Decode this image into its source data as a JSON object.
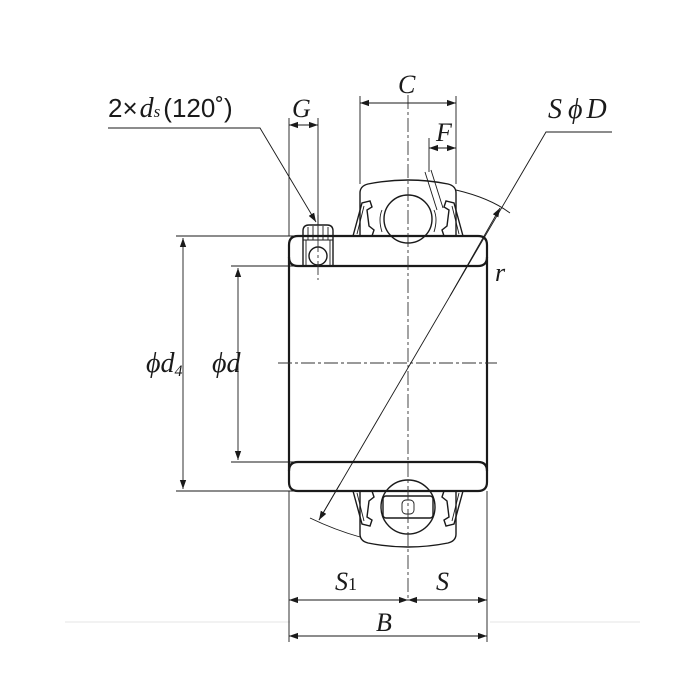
{
  "diagram": {
    "title": "Insert bearing with set screws — dimension drawing",
    "labels": {
      "set_screw_prefix": "2×",
      "set_screw_symbol": "d",
      "set_screw_subscript": "s",
      "set_screw_angle": "(120˚)",
      "G": "G",
      "C": "C",
      "F": "F",
      "SphiD_S": "S",
      "SphiD_phi": "ϕ",
      "SphiD_D": "D",
      "r": "r",
      "phi_d4_phi": "ϕ",
      "phi_d4_d": "d",
      "phi_d4_sub": "4",
      "phi_d_phi": "ϕ",
      "phi_d_d": "d",
      "S1_S": "S",
      "S1_sub": "1",
      "S": "S",
      "B": "B"
    },
    "colors": {
      "line": "#1a1a1a",
      "background": "#ffffff"
    }
  }
}
